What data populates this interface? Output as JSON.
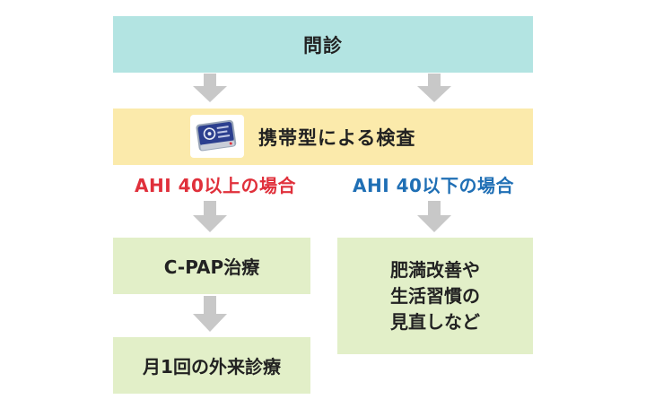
{
  "colors": {
    "top_box": "#b3e4e2",
    "exam_box": "#fbeaab",
    "treatment_box": "#e2efc8",
    "arrow": "#c8c8c8",
    "high_text": "#e0303b",
    "low_text": "#1f6fb5"
  },
  "nodes": {
    "interview": "問診",
    "portable_exam": "携帯型による検査",
    "cpap": "C-PAP治療",
    "monthly_visit": "月1回の外来診療",
    "lifestyle_lines": [
      "肥満改善や",
      "生活習慣の",
      "見直しなど"
    ]
  },
  "conditions": {
    "high": "AHI 40以上の場合",
    "low": "AHI 40以下の場合"
  },
  "icons": {
    "device": "portable-sleep-monitor-icon"
  }
}
